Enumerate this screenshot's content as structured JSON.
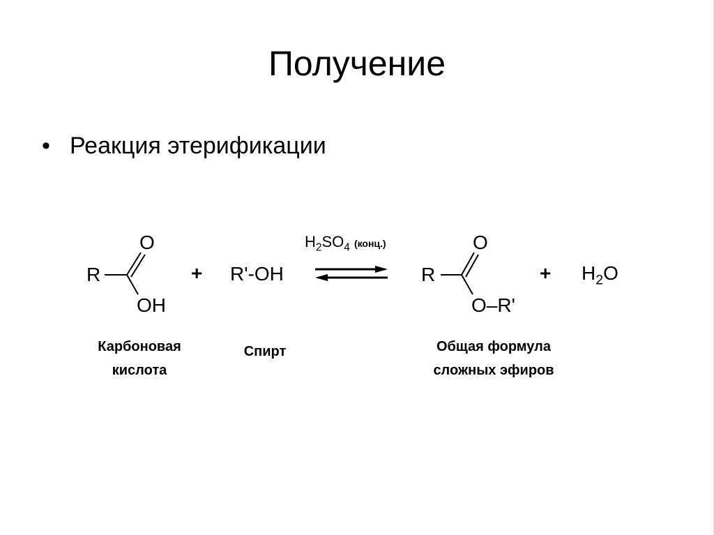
{
  "slide": {
    "title": "Получение",
    "bullet_symbol": "•",
    "bullet_text": "Реакция этерификации"
  },
  "reaction": {
    "acid": {
      "R": "R",
      "O": "O",
      "OH": "OH"
    },
    "plus1": "+",
    "alcohol": "R'-OH",
    "catalyst": {
      "main": "H",
      "sub1": "2",
      "mid": "SO",
      "sub2": "4",
      "cond": "(конц.)"
    },
    "ester": {
      "R": "R",
      "O": "O",
      "OR": "O–R'"
    },
    "plus2": "+",
    "water": {
      "h": "H",
      "sub": "2",
      "o": "O"
    }
  },
  "labels": {
    "acid": [
      "Карбоновая",
      "кислота"
    ],
    "alcohol": "Спирт",
    "ester": [
      "Общая формула",
      "сложных эфиров"
    ]
  }
}
